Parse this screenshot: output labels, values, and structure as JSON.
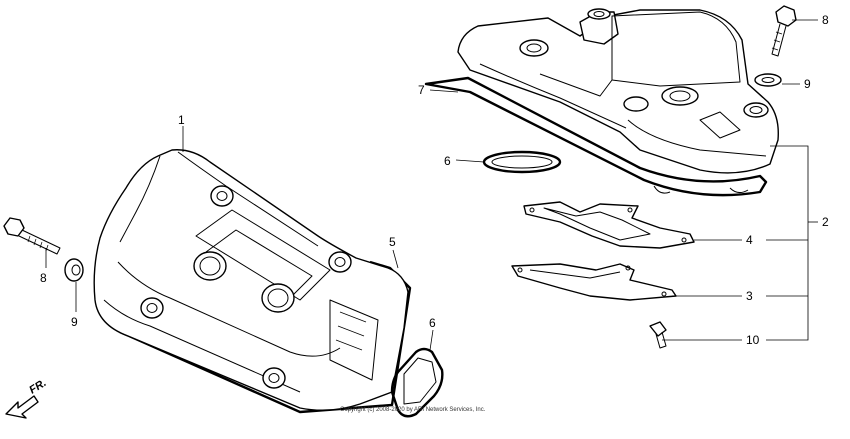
{
  "diagram": {
    "callouts": {
      "c1": "1",
      "c2": "2",
      "c3": "3",
      "c4": "4",
      "c5": "5",
      "c6_left": "6",
      "c6_right": "6",
      "c7": "7",
      "c8_left": "8",
      "c8_right": "8",
      "c9_left": "9",
      "c9_right": "9",
      "c10": "10"
    },
    "direction_label": "FR.",
    "copyright": "Copyright (c) 2008-2020 by ARI Network Services, Inc."
  }
}
